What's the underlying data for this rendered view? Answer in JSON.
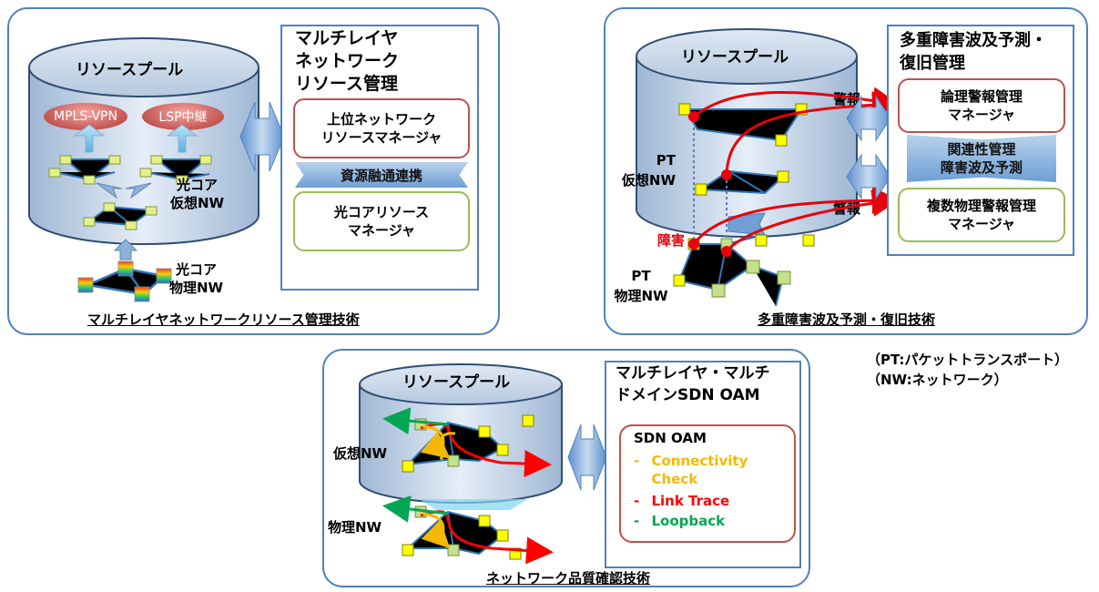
{
  "colors": {
    "panel_border": "#4f81bd",
    "red_box": "#c0504d",
    "green_box": "#9bbb59",
    "node": "#ffff00",
    "link": "#2e75b6",
    "alarm_arrow": "#e8000b",
    "cc_color": "#f5b800",
    "lt_color": "#ff0000",
    "lb_color": "#00a651"
  },
  "panel1": {
    "cylinder_label": "リソースプール",
    "pill_left": "MPLS-VPN",
    "pill_right": "LSP中継",
    "core_virtual": "光コア\n仮想NW",
    "core_physical": "光コア\n物理NW",
    "title": "マルチレイヤ\nネットワーク\nリソース管理",
    "upper_manager": "上位ネットワーク\nリソースマネージャ",
    "band": "資源融通連携",
    "lower_manager": "光コアリソース\nマネージャ",
    "caption": "マルチレイヤネットワークリソース管理技術"
  },
  "panel2": {
    "cylinder_label": "リソースプール",
    "pt_virtual": "PT\n仮想NW",
    "pt_physical": "PT\n物理NW",
    "fault": "障害",
    "alarm_top": "警報",
    "alarm_bottom": "警報",
    "title": "多重障害波及予測・\n復旧管理",
    "logical_manager": "論理警報管理\nマネージャ",
    "band": "関連性管理\n障害波及予測",
    "physical_manager": "複数物理警報管理\nマネージャ",
    "caption": "多重障害波及予測・復旧技術"
  },
  "panel3": {
    "cylinder_label": "リソースプール",
    "virtual": "仮想NW",
    "physical": "物理NW",
    "title": "マルチレイヤ・マルチ\nドメインSDN OAM",
    "oam_title": "SDN OAM",
    "items": [
      {
        "dash": "-",
        "text": "Connectivity\nCheck"
      },
      {
        "dash": "-",
        "text": "Link Trace"
      },
      {
        "dash": "-",
        "text": "Loopback"
      }
    ],
    "caption": "ネットワーク品質確認技術"
  },
  "legend": "（PT:パケットトランスポート）\n（NW:ネットワーク）"
}
